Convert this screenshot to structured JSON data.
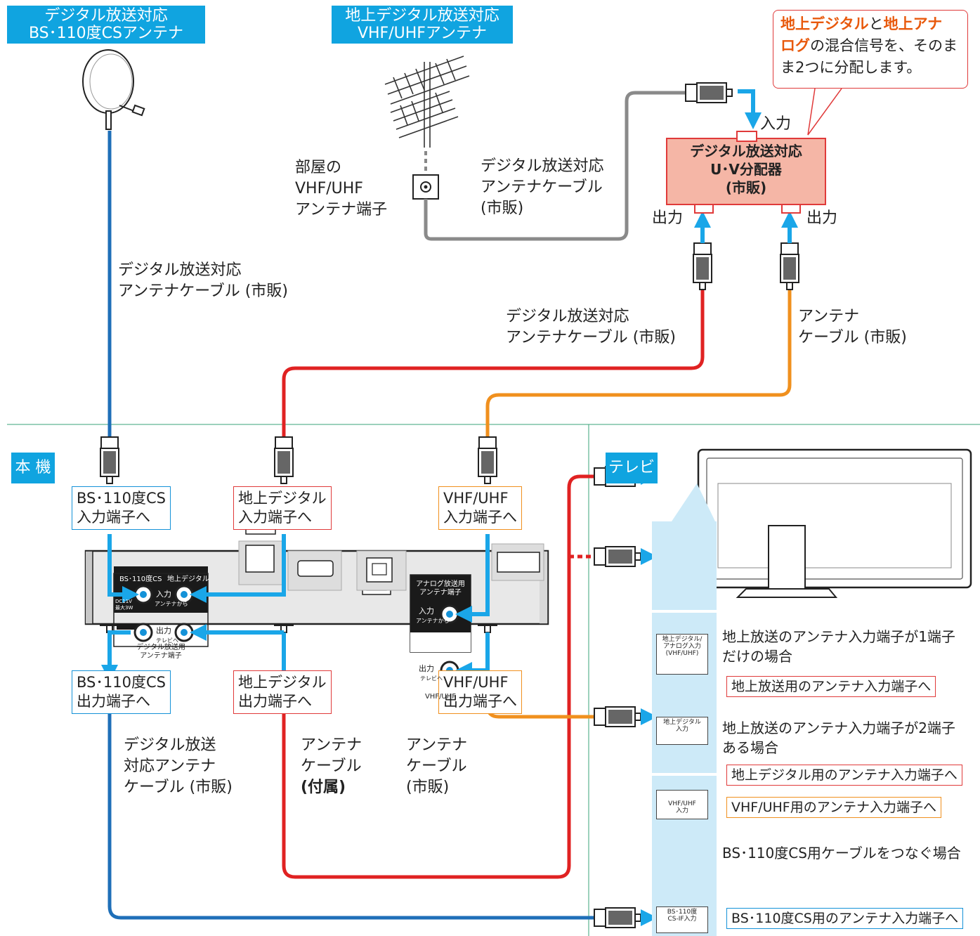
{
  "antennas": {
    "bs_title": "デジタル放送対応\nBS･110度CSアンテナ",
    "terrestrial_title": "地上デジタル放送対応\nVHF/UHFアンテナ"
  },
  "callout": {
    "em1": "地上デジタル",
    "mid1": "と",
    "em2": "地上アナ\nログ",
    "rest": "の混合信号を、そのまま2つに分配します。"
  },
  "splitter": {
    "label": "デジタル放送対応\nU･V分配器\n(市販)",
    "input": "入力",
    "output_left": "出力",
    "output_right": "出力"
  },
  "room_terminal": "部屋の\nVHF/UHF\nアンテナ端子",
  "cables": {
    "top_cable": "デジタル放送対応\nアンテナケーブル\n(市販)",
    "bs_cable": "デジタル放送対応\nアンテナケーブル (市販)",
    "red_cable_top": "デジタル放送対応\nアンテナケーブル (市販)",
    "orange_cable_top": "アンテナ\nケーブル (市販)",
    "bs_out_cable": "デジタル放送\n対応アンテナ\nケーブル (市販)",
    "red_out_cable_a": "アンテナ\nケーブル",
    "red_out_cable_b": "(付属)",
    "orange_out_cable": "アンテナ\nケーブル\n(市販)"
  },
  "sections": {
    "device": "本 機",
    "tv": "テレビ"
  },
  "labels": {
    "bs_in": "BS･110度CS\n入力端子へ",
    "digital_in": "地上デジタル\n入力端子へ",
    "vhf_in": "VHF/UHF\n入力端子へ",
    "bs_out": "BS･110度CS\n出力端子へ",
    "digital_out": "地上デジタル\n出力端子へ",
    "vhf_out": "VHF/UHF\n出力端子へ"
  },
  "device_panel": {
    "bs_header": "BS･110度CS",
    "digital_header": "地上デジタル",
    "input": "入力",
    "from_antenna": "アンテナから",
    "output": "出力",
    "to_tv": "テレビへ",
    "digital_broadcast_terminal": "デジタル放送用\nアンテナ端子",
    "analog_header": "アナログ放送用\nアンテナ端子",
    "vhf_uhf": "VHF/UHF",
    "power": "DC11V\n最大3W"
  },
  "tv": {
    "case1_title": "地上放送のアンテナ入力端子が1端子\nだけの場合",
    "case1_label": "地上放送用のアンテナ入力端子へ",
    "case1_term": "地上デジタル/\nアナログ入力\n(VHF/UHF)",
    "case2_title": "地上放送のアンテナ入力端子が2端子\nある場合",
    "case2_label_a": "地上デジタル用のアンテナ入力端子へ",
    "case2_label_b": "VHF/UHF用のアンテナ入力端子へ",
    "case2_term_a": "地上デジタル\n入力",
    "case2_term_b": "VHF/UHF\n入力",
    "case3_title": "BS･110度CS用ケーブルをつなぐ場合",
    "case3_label": "BS･110度CS用のアンテナ入力端子へ",
    "case3_term": "BS･110度\nCS-IF入力"
  },
  "colors": {
    "accent_blue": "#10a4e0",
    "cable_blue": "#1f6fb8",
    "cable_red": "#e02222",
    "cable_orange": "#f0901e",
    "cable_gray": "#8a8a8a",
    "splitter_fill": "#f5b6a6"
  }
}
